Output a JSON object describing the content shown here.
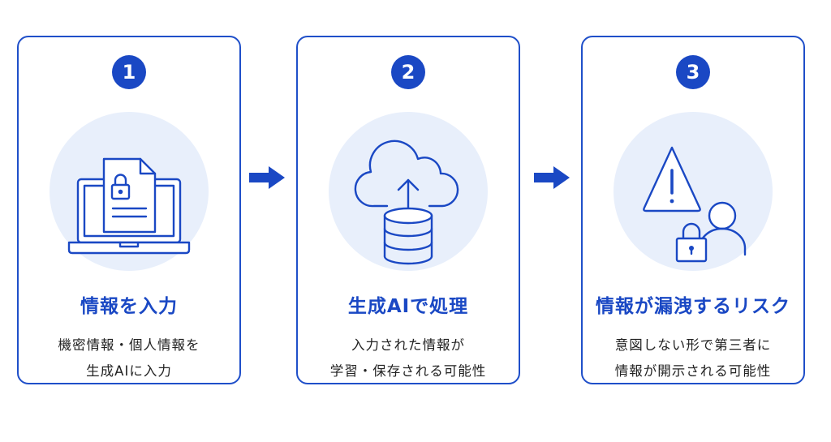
{
  "colors": {
    "accent": "#1a48c4",
    "border": "#1f4fc9",
    "circle_bg": "#e8effb",
    "text": "#222222"
  },
  "steps": [
    {
      "number": "1",
      "icon": "laptop-locked-document-icon",
      "title": "情報を入力",
      "desc": [
        "機密情報・個人情報を",
        "生成AIに入力"
      ]
    },
    {
      "number": "2",
      "icon": "cloud-upload-database-icon",
      "title": "生成AIで処理",
      "desc": [
        "入力された情報が",
        "学習・保存される可能性"
      ]
    },
    {
      "number": "3",
      "icon": "warning-lock-person-icon",
      "title": "情報が漏洩するリスク",
      "desc": [
        "意図しない形で第三者に",
        "情報が開示される可能性"
      ]
    }
  ],
  "arrows": [
    "arrow-right-icon",
    "arrow-right-icon"
  ]
}
